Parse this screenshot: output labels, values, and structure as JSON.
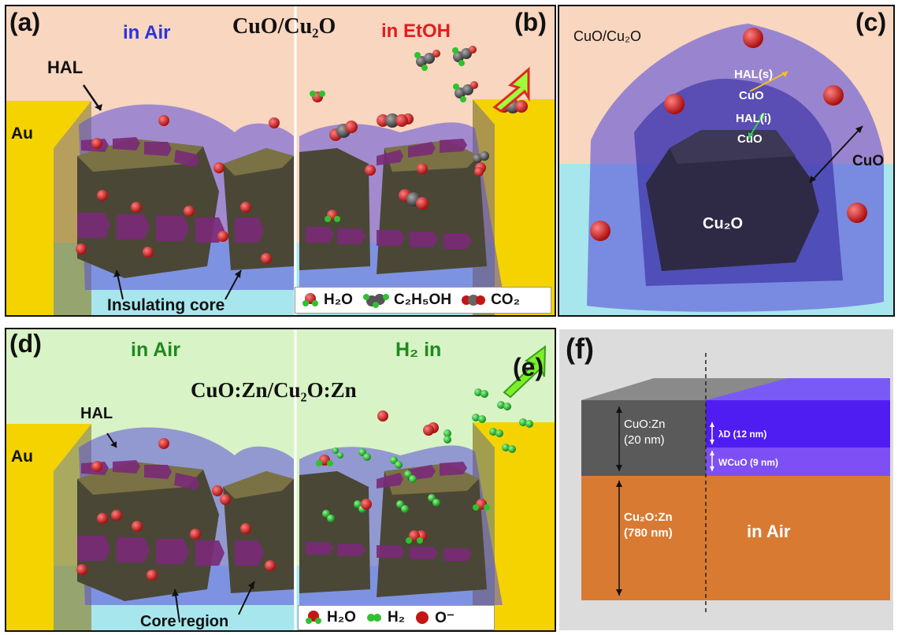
{
  "panel_a": {
    "letter": "(a)",
    "condition": "in Air",
    "hal_label": "HAL",
    "electrode_label": "Au",
    "core_label": "Insulating core"
  },
  "panel_b": {
    "letter": "(b)",
    "condition": "in EtOH"
  },
  "top_material": "CuO/Cu₂O",
  "legend_top": {
    "h2o": "H₂O",
    "ethanol": "C₂H₅OH",
    "co2": "CO₂"
  },
  "panel_c": {
    "letter": "(c)",
    "material": "CuO/Cu₂O",
    "hal_s": "HAL(s)",
    "cuo_1": "CuO",
    "hal_i": "HAL(i)",
    "cuo_2": "CuO",
    "cuo_right": "CuO",
    "core": "Cu₂O"
  },
  "panel_d": {
    "letter": "(d)",
    "condition": "in Air",
    "hal_label": "HAL",
    "electrode_label": "Au",
    "core_label": "Core region"
  },
  "panel_e": {
    "letter": "(e)",
    "condition": "H₂ in"
  },
  "bottom_material": "CuO:Zn/Cu₂O:Zn",
  "legend_bottom": {
    "h2o": "H₂O",
    "h2": "H₂",
    "o_minus": "O⁻"
  },
  "panel_f": {
    "letter": "(f)",
    "top_layer": "CuO:Zn",
    "top_thickness": "(20 nm)",
    "bottom_layer": "Cu₂O:Zn",
    "bottom_thickness": "(780 nm)",
    "lambda": "λD (12 nm)",
    "w_cuo": "WCuO (9 nm)",
    "condition": "in Air"
  },
  "colors": {
    "air_top": "#f8d6c0",
    "air_green": "#d8f3c6",
    "water": "#a8e6ee",
    "gold": "#f5d300",
    "hal": "#5a4fd8",
    "grain": "#4a4736",
    "arrow": "#7a2a78",
    "oxygen": "#d42020",
    "hydrogen": "#2fc22f",
    "orange": "#d97a32",
    "dark": "#555555",
    "blue_layer": "#4f1df2"
  }
}
